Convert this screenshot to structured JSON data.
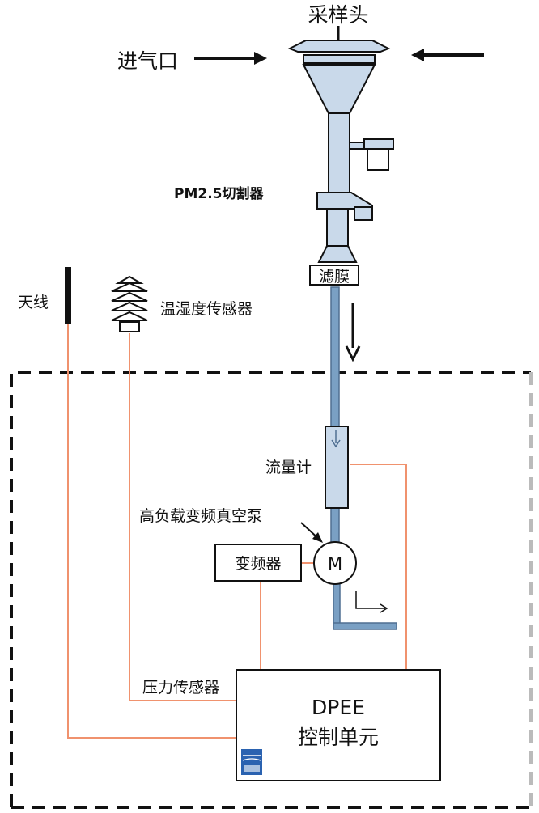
{
  "labels": {
    "sampling_head": "采样头",
    "inlet": "进气口",
    "pm25_cutter": "PM2.5切割器",
    "filter": "滤膜",
    "antenna": "天线",
    "temp_humidity_sensor": "温湿度传感器",
    "flowmeter": "流量计",
    "pump": "高负载变频真空泵",
    "motor": "M",
    "inverter": "变频器",
    "pressure_sensor": "压力传感器",
    "control_unit_line1": "DPEE",
    "control_unit_line2": "控制单元"
  },
  "colors": {
    "wire": "#f0926e",
    "pipe": "#7aa0c4",
    "pipe_dark": "#4f6f92",
    "component_fill": "#c9d9ea",
    "stroke": "#111111",
    "dash": "#111111",
    "dash_light": "#bbbbbb"
  }
}
